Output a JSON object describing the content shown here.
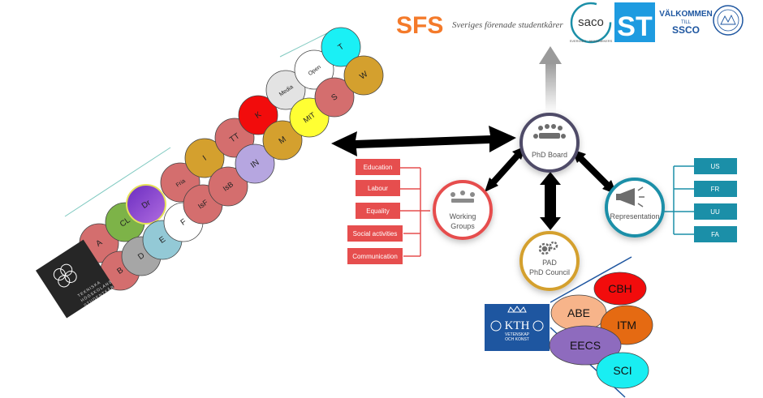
{
  "header_logos": {
    "sfs_mark": "SFS",
    "sfs_name": "Sveriges förenade studentkårer",
    "saco_mark": "saco",
    "saco_ring": "SVERIGES · AKADEMIKERS",
    "st_mark": "ST",
    "ssco_line1": "VÄLKOMMEN",
    "ssco_line2": "TILL",
    "ssco_line3": "SSCO"
  },
  "kth_ths_logo": {
    "line1": "TEKNISKA",
    "line2": "HÖGSKOLANS",
    "line3": "STUDENTKÅR"
  },
  "chapters": [
    {
      "label": "A",
      "color": "#D46E6E"
    },
    {
      "label": "B",
      "color": "#D46E6E"
    },
    {
      "label": "CL",
      "color": "#7DB348"
    },
    {
      "label": "D",
      "color": "#A6A6A6"
    },
    {
      "label": "Dr",
      "color": "#7B3FBF"
    },
    {
      "label": "E",
      "color": "#93C9D6"
    },
    {
      "label": "Fria",
      "color": "#D46E6E"
    },
    {
      "label": "F",
      "color": "#FFFFFF"
    },
    {
      "label": "I",
      "color": "#D4A02E"
    },
    {
      "label": "IsF",
      "color": "#D46E6E"
    },
    {
      "label": "TT",
      "color": "#D46E6E"
    },
    {
      "label": "IsB",
      "color": "#D46E6E"
    },
    {
      "label": "K",
      "color": "#F20C0C"
    },
    {
      "label": "IN",
      "color": "#B6A6E0"
    },
    {
      "label": "Media",
      "color": "#E3E3E3"
    },
    {
      "label": "M",
      "color": "#D4A02E"
    },
    {
      "label": "Open",
      "color": "#FFFFFF"
    },
    {
      "label": "MIT",
      "color": "#FFFF33"
    },
    {
      "label": "T",
      "color": "#1AF0F5"
    },
    {
      "label": "S",
      "color": "#D46E6E"
    },
    {
      "label": "W",
      "color": "#D4A02E"
    }
  ],
  "nodes": {
    "phd_board": "PhD Board",
    "working_groups_1": "Working",
    "working_groups_2": "Groups",
    "representation": "Representation",
    "pad_1": "PAD",
    "pad_2": "PhD Council"
  },
  "working_group_items": [
    "Education",
    "Labour",
    "Equality",
    "Social activities",
    "Communication"
  ],
  "representation_items": [
    "US",
    "FR",
    "UU",
    "FA"
  ],
  "kth_logo": {
    "name": "KTH",
    "line1": "VETENSKAP",
    "line2": "OCH KONST"
  },
  "schools": [
    {
      "label": "CBH",
      "color": "#F20C0C"
    },
    {
      "label": "ABE",
      "color": "#F7B48A"
    },
    {
      "label": "ITM",
      "color": "#E56A12"
    },
    {
      "label": "EECS",
      "color": "#8E6BBE"
    },
    {
      "label": "SCI",
      "color": "#19EEF2"
    }
  ],
  "colors": {
    "board_ring": "#4F4C68",
    "working_ring": "#E64E4E",
    "working_box": "#E64E4E",
    "representation_ring": "#1B8FA8",
    "representation_box": "#1B8FA8",
    "pad_ring": "#D4A02E",
    "kth_blue": "#1E56A0",
    "sfs_orange": "#F47A2A"
  }
}
